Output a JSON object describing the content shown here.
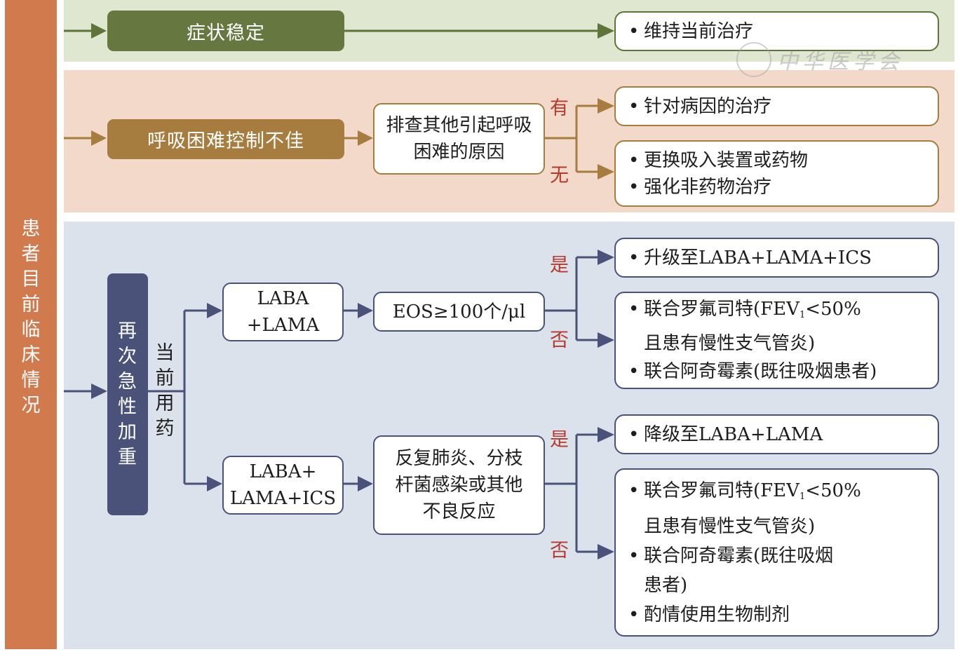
{
  "sidebar": {
    "title": "患者目前临床情况"
  },
  "colors": {
    "sidebar": "#d17a4e",
    "stable": "#66773f",
    "dyspnea": "#a67d3e",
    "exacerbation": "#4a5279",
    "yes_no_label": "#b63a2c"
  },
  "stable_row": {
    "condition": "症状稳定",
    "outcome": [
      "维持当前治疗"
    ]
  },
  "dyspnea_row": {
    "condition": "呼吸困难控制不佳",
    "check": "排查其他引起呼吸困难的原因",
    "yes_label": "有",
    "no_label": "无",
    "yes_outcome": [
      "针对病因的治疗"
    ],
    "no_outcome": [
      "更换吸入装置或药物",
      "强化非药物治疗"
    ]
  },
  "exacerbation_row": {
    "condition": "再次急性加重",
    "current_med_label": "当前用药",
    "branch_a": {
      "medication_line1": "LABA",
      "medication_line2": "+LAMA",
      "criterion": "EOS≥100个/μl",
      "yes_label": "是",
      "no_label": "否",
      "yes_outcome": [
        "升级至LABA+LAMA+ICS"
      ],
      "no_outcome": {
        "item1_pre": "联合罗氟司特(FEV",
        "item1_sub": "1",
        "item1_post": "<50%",
        "item1_line2": "且患有慢性支气管炎)",
        "item2": "联合阿奇霉素(既往吸烟患者)"
      }
    },
    "branch_b": {
      "medication_line1": "LABA+",
      "medication_line2": "LAMA+ICS",
      "criterion": "反复肺炎、分枝杆菌感染或其他不良反应",
      "yes_label": "是",
      "no_label": "否",
      "yes_outcome": [
        "降级至LABA+LAMA"
      ],
      "no_outcome": {
        "item1_pre": "联合罗氟司特(FEV",
        "item1_sub": "1",
        "item1_post": "<50%",
        "item1_line2": "且患有慢性支气管炎)",
        "item2_line1": "联合阿奇霉素(既往吸烟",
        "item2_line2": "患者)",
        "item3": "酌情使用生物制剂"
      }
    }
  },
  "watermark": {
    "text": "中华医学会"
  },
  "bullet": "•"
}
